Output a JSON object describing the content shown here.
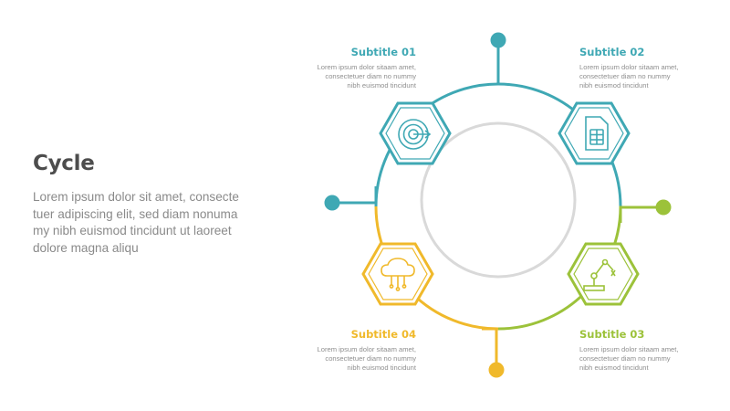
{
  "main": {
    "title": "Cycle",
    "description": "Lorem ipsum dolor sit amet, consecte\ntuer adipiscing elit, sed diam nonuma\nmy nibh euismod tincidunt ut laoreet\ndolore magna aliqu"
  },
  "colors": {
    "step1": "#3fa8b4",
    "step2": "#3fa8b4",
    "step3": "#9cc23a",
    "step4": "#f0b92b",
    "center_ring": "#d9d9d9",
    "title_text": "#4d4d4d",
    "body_text": "#8a8a8a"
  },
  "steps": [
    {
      "title": "Subtitle 01",
      "text": "Lorem ipsum dolor sitaam amet,\nconsectetuer diam no nummy\nnibh euismod tincidunt",
      "icon": "target-icon"
    },
    {
      "title": "Subtitle 02",
      "text": "Lorem ipsum dolor sitaam amet,\nconsectetuer diam no nummy\nnibh euismod tincidunt",
      "icon": "sim-card-icon"
    },
    {
      "title": "Subtitle 03",
      "text": "Lorem ipsum dolor sitaam amet,\nconsectetuer diam no nummy\nnibh euismod tincidunt",
      "icon": "robot-arm-icon"
    },
    {
      "title": "Subtitle 04",
      "text": "Lorem ipsum dolor sitaam amet,\nconsectetuer diam no nummy\nnibh euismod tincidunt",
      "icon": "cloud-network-icon"
    }
  ]
}
